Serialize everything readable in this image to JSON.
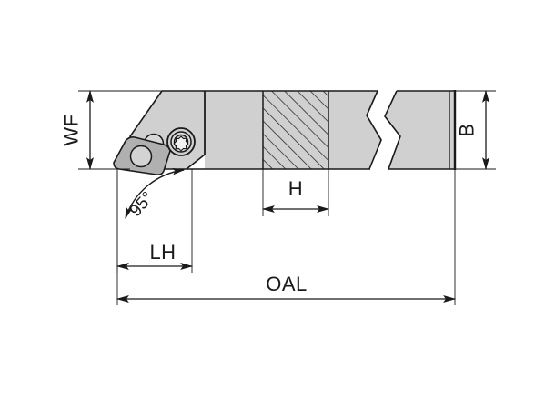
{
  "drawing": {
    "type": "technical-engineering-drawing",
    "subject": "Lathe turning tool holder side view",
    "background_color": "#ffffff",
    "body_fill": "#d0d0d0",
    "insert_fill": "#b5b5b5",
    "line_color": "#1a1a1a",
    "hatch_color": "#1a1a1a"
  },
  "dimensions": {
    "wf": {
      "label": "WF",
      "orientation": "vertical",
      "rotation_deg": -90,
      "description": "Working height from bottom of shank to cutting edge"
    },
    "b": {
      "label": "B",
      "orientation": "vertical",
      "rotation_deg": -90,
      "description": "Shank height"
    },
    "h": {
      "label": "H",
      "orientation": "horizontal",
      "description": "Shank section width"
    },
    "lh": {
      "label": "LH",
      "orientation": "horizontal",
      "description": "Head length"
    },
    "oal": {
      "label": "OAL",
      "orientation": "horizontal",
      "description": "Overall length"
    }
  },
  "annotations": {
    "lead_angle": {
      "label": "95°",
      "value": 95,
      "unit": "degrees",
      "description": "Cutting edge lead angle"
    }
  },
  "components": {
    "insert": {
      "name": "rhombic-insert",
      "shape": "rhombic",
      "has_center_hole": true
    },
    "clamp_screw": {
      "name": "torx-clamp-screw",
      "head_type": "torx",
      "ring_count": 3
    },
    "coolant_hole": {
      "name": "coolant-hole",
      "shape": "circle"
    },
    "shank": {
      "name": "tool-shank",
      "has_section_hatching": true,
      "has_break_line": true
    }
  }
}
